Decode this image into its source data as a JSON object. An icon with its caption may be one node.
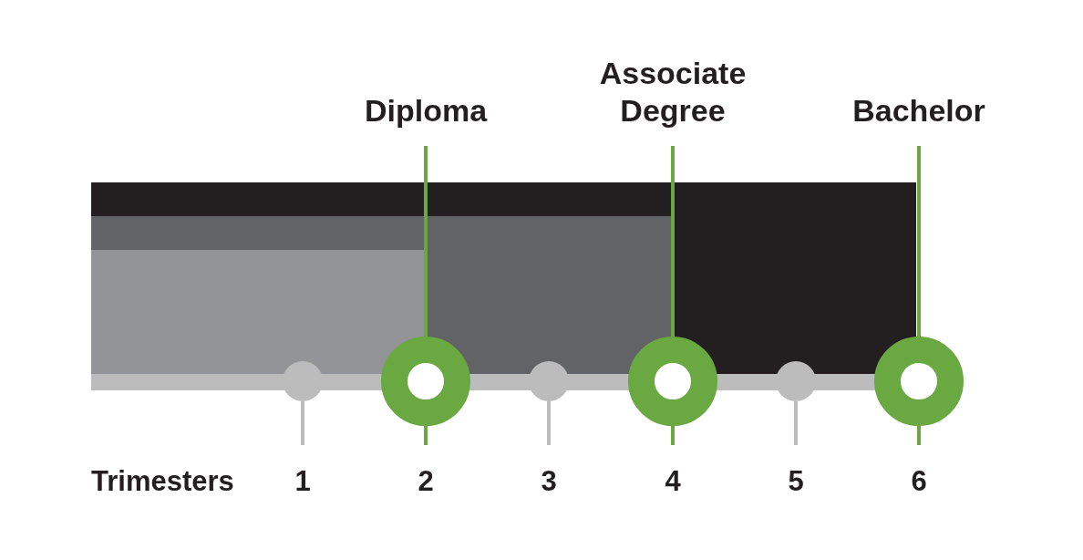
{
  "diagram": {
    "nodes": [
      {
        "text": [
          "Diploma"
        ]
      },
      {
        "text": [
          "Associate Degree"
        ]
      },
      {
        "text": [
          "Bachelor"
        ]
      },
      {
        "text": [],
        "shape": "circle"
      },
      {
        "text": [],
        "shape": "ring"
      },
      {
        "text": [],
        "shape": "circle"
      },
      {
        "text": [],
        "shape": "ring"
      },
      {
        "text": [],
        "shape": "circle"
      },
      {
        "text": [],
        "shape": "ring"
      },
      {
        "text": [
          "1"
        ]
      },
      {
        "text": [
          "2"
        ]
      },
      {
        "text": [
          "3"
        ]
      },
      {
        "text": [
          "4"
        ]
      },
      {
        "text": [
          "5"
        ]
      },
      {
        "text": [
          "6"
        ]
      }
    ],
    "edges": [
      {
        "from": 0,
        "to": 4,
        "arrow": "none"
      },
      {
        "from": 1,
        "to": 6,
        "arrow": "none"
      },
      {
        "from": 2,
        "to": 8,
        "arrow": "none"
      },
      {
        "from": 3,
        "to": 9,
        "arrow": "none",
        "color": "#bcbcbd"
      },
      {
        "from": 4,
        "to": 10,
        "arrow": "none"
      },
      {
        "from": 5,
        "to": 11,
        "arrow": "none",
        "color": "#bcbcbd"
      },
      {
        "from": 6,
        "to": 12,
        "arrow": "none"
      },
      {
        "from": 7,
        "to": 13,
        "arrow": "none",
        "color": "#bcbcbd"
      },
      {
        "from": 8,
        "to": 14,
        "arrow": "none"
      }
    ],
    "labels": [
      "Trimesters"
    ]
  }
}
